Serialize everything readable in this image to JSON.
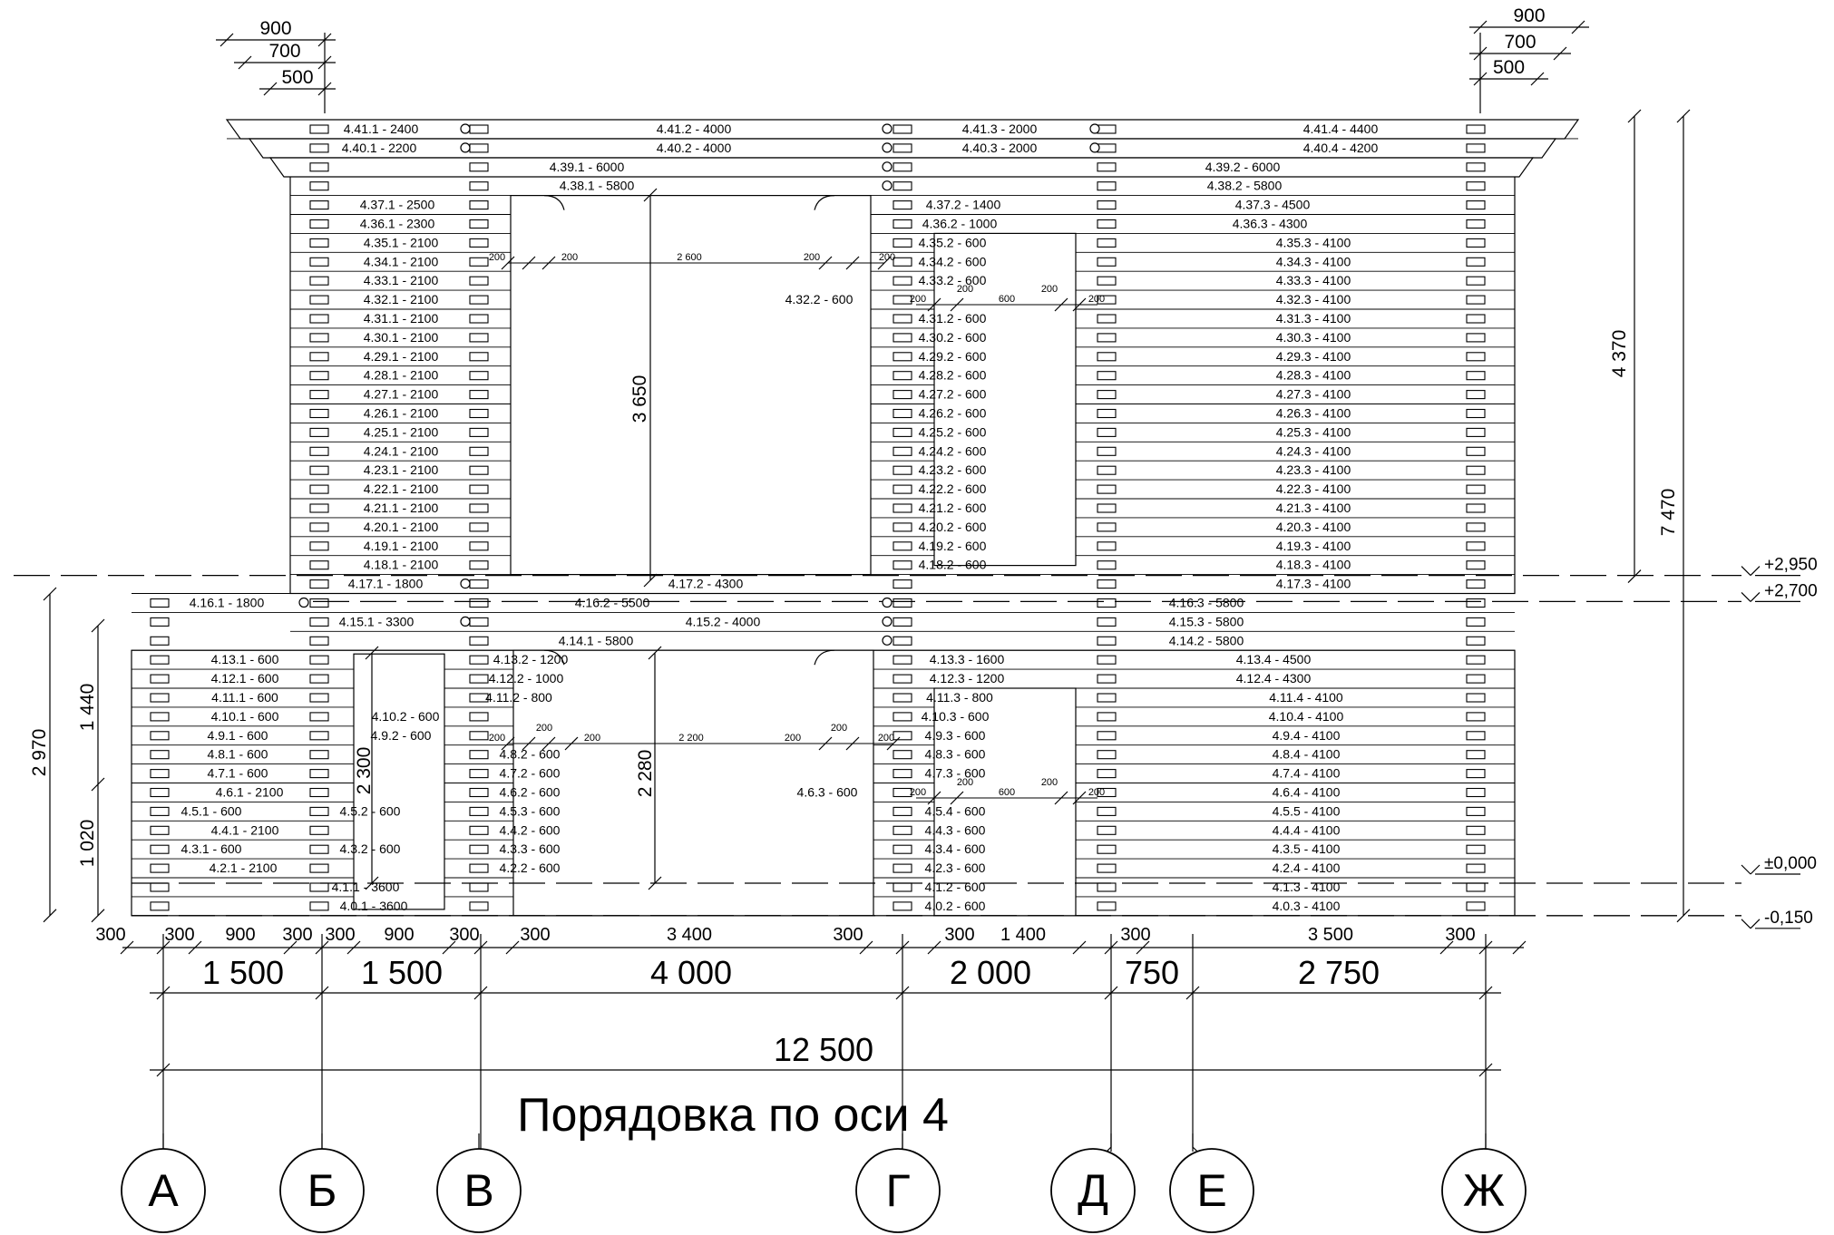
{
  "title": "Порядовка по оси 4",
  "axes": [
    "А",
    "Б",
    "В",
    "Г",
    "Д",
    "Е",
    "Ж"
  ],
  "levels": [
    "+2,950",
    "+2,700",
    "±0,000",
    "-0,150"
  ],
  "dims": {
    "top_left": [
      "900",
      "700",
      "500"
    ],
    "top_right": [
      "900",
      "700",
      "500"
    ],
    "bottom_row1": [
      "300",
      "300",
      "900",
      "300",
      "300",
      "900",
      "300",
      "300",
      "3 400",
      "300",
      "300",
      "1 400",
      "300",
      "3 500",
      "300"
    ],
    "bottom_row2": [
      "1 500",
      "1 500",
      "4 000",
      "2 000",
      "750",
      "2 750"
    ],
    "total": "12 500",
    "right_a": "4 370",
    "right_b": "7 470",
    "left_total": "2 970",
    "left_upper": "1 440",
    "left_lower": "1 020",
    "window_upper_h": "3 650",
    "window_upper_w": [
      "200",
      "200",
      "2 600",
      "200",
      "200"
    ],
    "window_lower_h": "2 280",
    "window_lower_w": [
      "200",
      "200",
      "200",
      "2 200",
      "200",
      "200",
      "200"
    ],
    "door_h": "2 300",
    "small_upper": [
      "200",
      "200",
      "600",
      "200",
      "200"
    ],
    "small_lower": [
      "200",
      "200",
      "600",
      "200",
      "200"
    ]
  },
  "labels": {
    "l41": [
      "4.41.1 - 2400",
      "4.41.2 - 4000",
      "4.41.3 - 2000",
      "4.41.4 - 4400"
    ],
    "l40": [
      "4.40.1 - 2200",
      "4.40.2 - 4000",
      "4.40.3 - 2000",
      "4.40.4 - 4200"
    ],
    "l39": [
      "4.39.1 - 6000",
      "4.39.2 - 6000"
    ],
    "l38": [
      "4.38.1 - 5800",
      "4.38.2 - 5800"
    ],
    "l37": [
      "4.37.1 - 2500",
      "4.37.2 - 1400",
      "4.37.3 - 4500"
    ],
    "l36": [
      "4.36.1 - 2300",
      "4.36.2 - 1000",
      "4.36.3 - 4300"
    ],
    "l35": [
      "4.35.1 - 2100",
      "4.35.2 - 600",
      "4.35.3 - 4100"
    ],
    "l34": [
      "4.34.1 - 2100",
      "4.34.2 - 600",
      "4.34.3 - 4100"
    ],
    "l33": [
      "4.33.1 - 2100",
      "4.33.2 - 600",
      "4.33.3 - 4100"
    ],
    "l32": [
      "4.32.1 - 2100",
      "4.32.2 - 600",
      "4.32.3 - 4100"
    ],
    "l31": [
      "4.31.1 - 2100",
      "4.31.2 - 600",
      "4.31.3 - 4100"
    ],
    "l30": [
      "4.30.1 - 2100",
      "4.30.2 - 600",
      "4.30.3 - 4100"
    ],
    "l29": [
      "4.29.1 - 2100",
      "4.29.2 - 600",
      "4.29.3 - 4100"
    ],
    "l28": [
      "4.28.1 - 2100",
      "4.28.2 - 600",
      "4.28.3 - 4100"
    ],
    "l27": [
      "4.27.1 - 2100",
      "4.27.2 - 600",
      "4.27.3 - 4100"
    ],
    "l26": [
      "4.26.1 - 2100",
      "4.26.2 - 600",
      "4.26.3 - 4100"
    ],
    "l25": [
      "4.25.1 - 2100",
      "4.25.2 - 600",
      "4.25.3 - 4100"
    ],
    "l24": [
      "4.24.1 - 2100",
      "4.24.2 - 600",
      "4.24.3 - 4100"
    ],
    "l23": [
      "4.23.1 - 2100",
      "4.23.2 - 600",
      "4.23.3 - 4100"
    ],
    "l22": [
      "4.22.1 - 2100",
      "4.22.2 - 600",
      "4.22.3 - 4100"
    ],
    "l21": [
      "4.21.1 - 2100",
      "4.21.2 - 600",
      "4.21.3 - 4100"
    ],
    "l20": [
      "4.20.1 - 2100",
      "4.20.2 - 600",
      "4.20.3 - 4100"
    ],
    "l19": [
      "4.19.1 - 2100",
      "4.19.2 - 600",
      "4.19.3 - 4100"
    ],
    "l18": [
      "4.18.1 - 2100",
      "4.18.2 - 600",
      "4.18.3 - 4100"
    ],
    "l17": [
      "4.17.1 - 1800",
      "4.17.2 - 4300",
      "4.17.3 - 4100"
    ],
    "l16": [
      "4.16.1 - 1800",
      "4.16.2 - 5500",
      "4.16.3 - 5800"
    ],
    "l15": [
      "4.15.1 - 3300",
      "4.15.2 - 4000",
      "4.15.3 - 5800"
    ],
    "l14": [
      "4.14.1 - 5800",
      "4.14.2 - 5800"
    ],
    "l13": [
      "4.13.1 - 600",
      "4.13.2 - 1200",
      "4.13.3 - 1600",
      "4.13.4 - 4500"
    ],
    "l12": [
      "4.12.1 - 600",
      "4.12.2 - 1000",
      "4.12.3 - 1200",
      "4.12.4 - 4300"
    ],
    "l11": [
      "4.11.1 - 600",
      "4.11.2 - 800",
      "4.11.3 - 800",
      "4.11.4 - 4100"
    ],
    "l10": [
      "4.10.1 - 600",
      "4.10.2 - 600",
      "4.10.3 - 600",
      "4.10.4 - 4100"
    ],
    "l9": [
      "4.9.1 - 600",
      "4.9.2 - 600",
      "4.9.3 - 600",
      "4.9.4 - 4100"
    ],
    "l8": [
      "4.8.1 - 600",
      "4.8.2 - 600",
      "4.8.3 - 600",
      "4.8.4 - 4100"
    ],
    "l7": [
      "4.7.1 - 600",
      "4.7.2 - 600",
      "4.7.3 - 600",
      "4.7.4 - 4100"
    ],
    "l6": [
      "4.6.1 - 2100",
      "4.6.2 - 600",
      "4.6.3 - 600",
      "4.6.4 - 4100"
    ],
    "l5": [
      "4.5.1 - 600",
      "4.5.2 - 600",
      "4.5.3 - 600",
      "4.5.4 - 600",
      "4.5.5 - 4100"
    ],
    "l4": [
      "4.4.1 - 2100",
      "4.4.2 - 600",
      "4.4.3 - 600",
      "4.4.4 - 4100"
    ],
    "l3": [
      "4.3.1 - 600",
      "4.3.2 - 600",
      "4.3.3 - 600",
      "4.3.4 - 600",
      "4.3.5 - 4100"
    ],
    "l2": [
      "4.2.1 - 2100",
      "4.2.2 - 600",
      "4.2.3 - 600",
      "4.2.4 - 4100"
    ],
    "l1": [
      "4.1.1 - 3600",
      "4.1.2 - 600",
      "4.1.3 - 4100"
    ],
    "l0": [
      "4.0.1 - 3600",
      "4.0.2 - 600",
      "4.0.3 - 4100"
    ]
  }
}
